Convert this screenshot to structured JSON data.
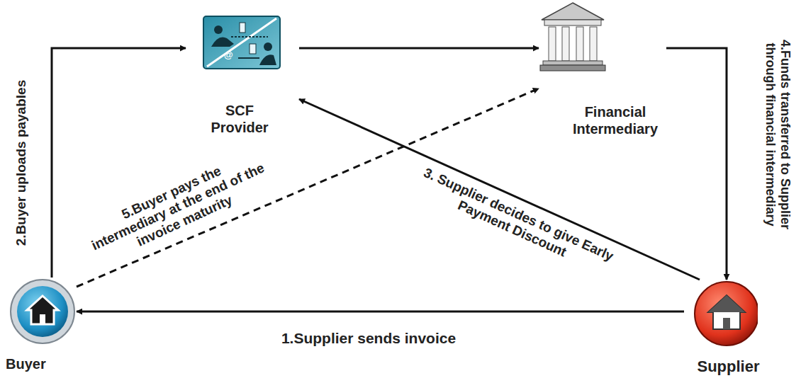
{
  "diagram": {
    "nodes": [
      {
        "text": [
          "SCF Provider"
        ]
      },
      {
        "text": [
          "Financial Intermediary"
        ]
      },
      {
        "text": [
          "Buyer"
        ]
      },
      {
        "text": [
          "Supplier"
        ]
      }
    ],
    "edges": [
      {
        "from": 3,
        "to": 2,
        "arrow": "to",
        "label": "1.Supplier sends invoice"
      },
      {
        "from": 2,
        "to": 0,
        "arrow": "to",
        "label": "2.Buyer uploads payables"
      },
      {
        "from": 3,
        "to": 0,
        "arrow": "to",
        "label": "3. Supplier decides to give Early Payment Discount"
      },
      {
        "from": 0,
        "to": 1,
        "arrow": "to"
      },
      {
        "from": 1,
        "to": 3,
        "arrow": "to",
        "label": "4.Funds transferred to Supplier through financial intermediary"
      },
      {
        "from": 2,
        "to": 1,
        "arrow": "to",
        "label": "5.Buyer pays the intermediary at the end of the invoice maturity"
      }
    ],
    "labels": [
      "@"
    ]
  }
}
